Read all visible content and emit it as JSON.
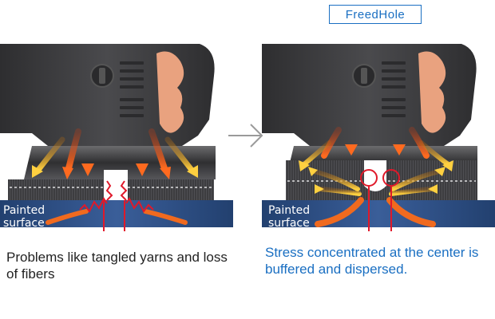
{
  "tag": {
    "label": "FreedHole"
  },
  "left_panel": {
    "surface_label_line1": "Painted",
    "surface_label_line2": "surface",
    "caption": "Problems like tangled yarns and loss of fibers"
  },
  "right_panel": {
    "surface_label_line1": "Painted",
    "surface_label_line2": "surface",
    "caption": "Stress concentrated at the center is buffered and dispersed."
  },
  "colors": {
    "accent_blue": "#1a6fc2",
    "marker_red": "#e0192a",
    "tool_dark": "#3b3b3d",
    "surface_blue": "#2f4f8a",
    "arrow_orange": "#f06a1f"
  },
  "icons": {
    "between": "chevron-right-icon"
  }
}
